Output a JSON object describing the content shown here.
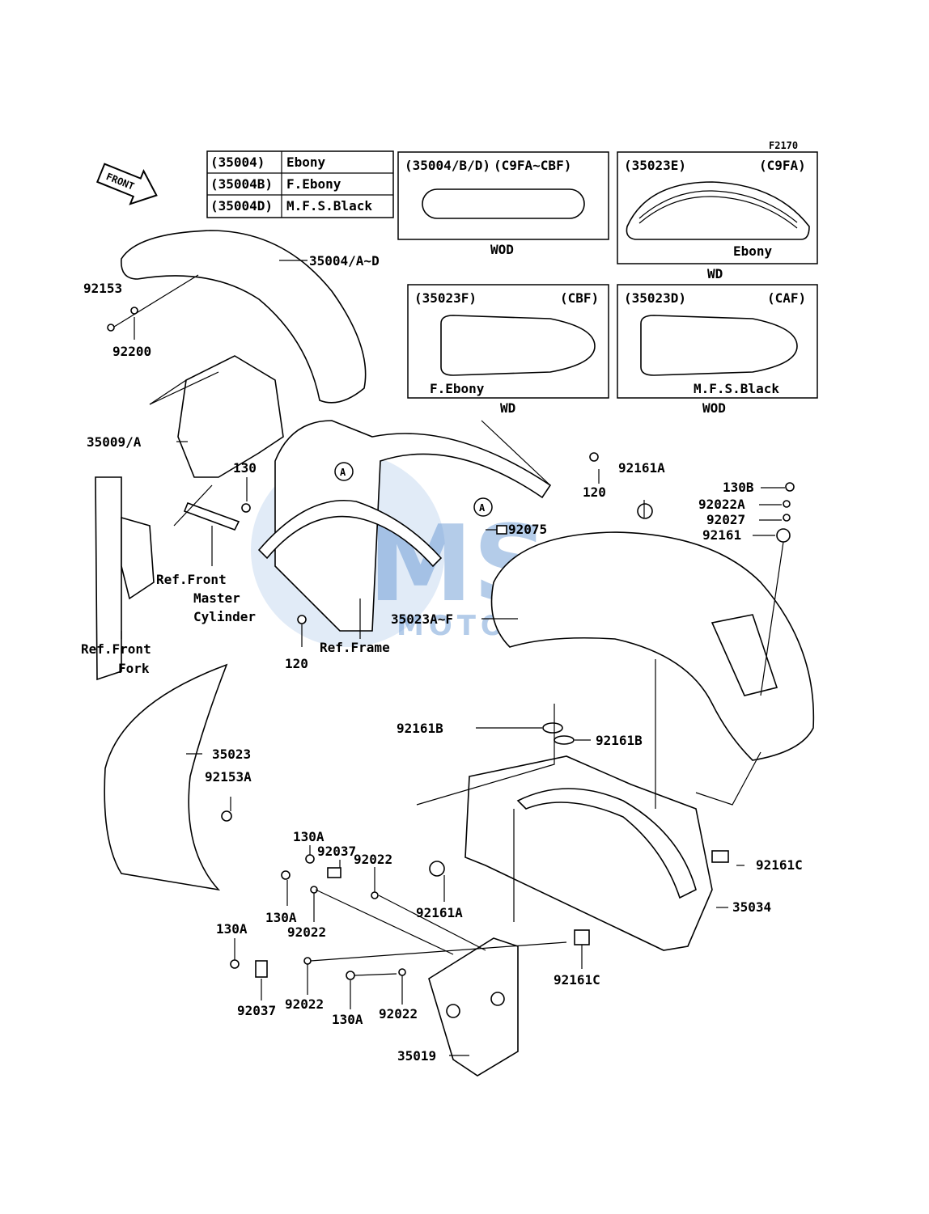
{
  "figure_code": "F2170",
  "front_arrow": "FRONT",
  "watermark": {
    "logo": "MS",
    "text": "MOTORPARTS",
    "color": "#5b8fd0"
  },
  "legend_table": [
    {
      "code": "(35004)",
      "color": "Ebony"
    },
    {
      "code": "(35004B)",
      "color": "F.Ebony"
    },
    {
      "code": "(35004D)",
      "color": "M.F.S.Black"
    }
  ],
  "boxes": {
    "b1": {
      "code": "(35004/B/D)",
      "variant": "(C9FA~CBF)",
      "caption": "WOD"
    },
    "b2": {
      "code": "(35023E)",
      "variant": "(C9FA)",
      "inner": "Ebony",
      "caption": "WD"
    },
    "b3": {
      "code": "(35023F)",
      "variant": "(CBF)",
      "inner": "F.Ebony",
      "caption": "WD"
    },
    "b4": {
      "code": "(35023D)",
      "variant": "(CAF)",
      "inner": "M.F.S.Black",
      "caption": "WOD"
    }
  },
  "ref_marker": "A",
  "labels": {
    "p35004": "35004/A~D",
    "p92153": "92153",
    "p92200": "92200",
    "p35009": "35009/A",
    "p130": "130",
    "p120a": "120",
    "p92161A_top": "92161A",
    "p130B": "130B",
    "p92022A": "92022A",
    "p92027": "92027",
    "p92161": "92161",
    "p92075": "92075",
    "ref_front_master_1": "Ref.Front",
    "ref_front_master_2": "Master",
    "ref_front_master_3": "Cylinder",
    "p35023AF": "35023A~F",
    "ref_front_fork_1": "Ref.Front",
    "ref_front_fork_2": "Fork",
    "p120b": "120",
    "ref_frame": "Ref.Frame",
    "p35023": "35023",
    "p92153A": "92153A",
    "p92161B_left": "92161B",
    "p92161B_right": "92161B",
    "p130A_a": "130A",
    "p92037_a": "92037",
    "p92022_a": "92022",
    "p92161C_right": "92161C",
    "p130A_b": "130A",
    "p92022_b": "92022",
    "p92161A_bottom": "92161A",
    "p35034": "35034",
    "p130A_c": "130A",
    "p92037_b": "92037",
    "p92022_c": "92022",
    "p130A_d": "130A",
    "p92022_d": "92022",
    "p92161C_bottom": "92161C",
    "p35019": "35019"
  }
}
